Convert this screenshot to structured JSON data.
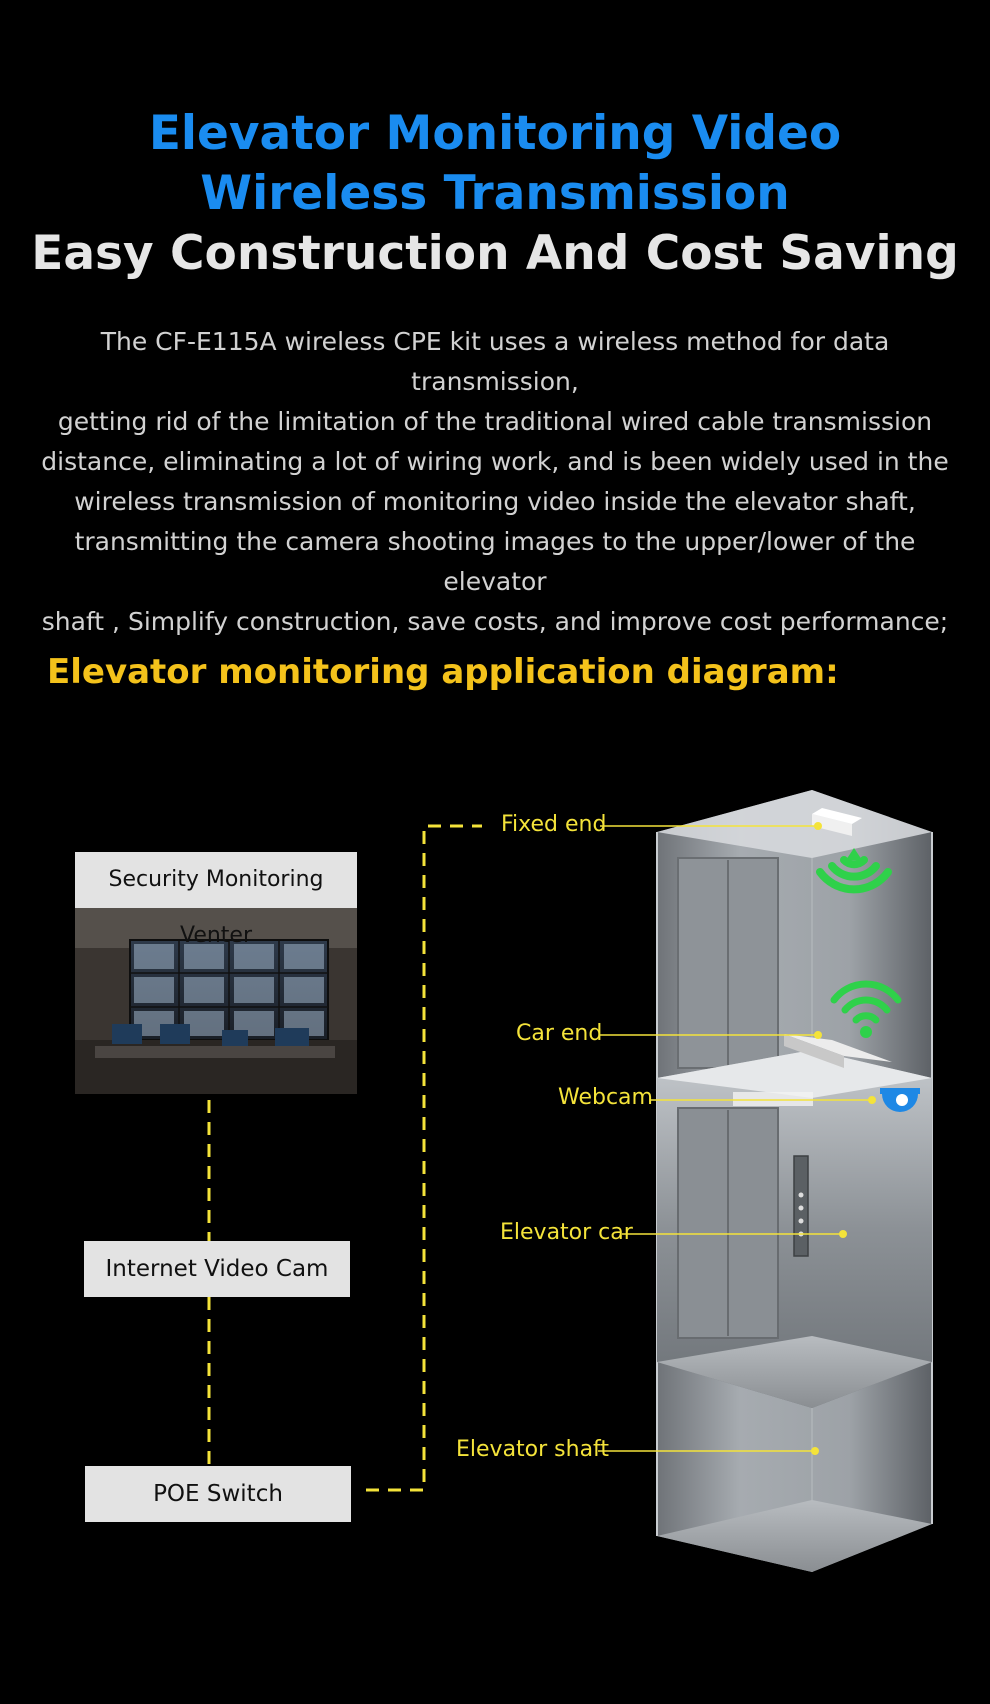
{
  "header": {
    "title_line1": "Elevator Monitoring Video",
    "title_line2": "Wireless Transmission",
    "subtitle": "Easy Construction And Cost Saving"
  },
  "description": {
    "lines": [
      "The CF-E115A wireless CPE kit uses a wireless method for data transmission,",
      "getting rid of the limitation of the traditional wired cable transmission",
      "distance, eliminating a lot of wiring work, and is been widely used in the",
      "wireless transmission of monitoring video inside the elevator shaft,",
      "transmitting the camera shooting images to the upper/lower of the elevator",
      "shaft , Simplify construction, save costs, and improve cost performance;"
    ]
  },
  "section": {
    "title": "Elevator monitoring application diagram:"
  },
  "diagram": {
    "security_center_label": "Security Monitoring Venter",
    "internet_video_cam_label": "Internet Video Cam",
    "poe_switch_label": "POE Switch",
    "callouts": {
      "fixed_end": "Fixed end",
      "car_end": "Car end",
      "webcam": "Webcam",
      "elevator_car": "Elevator car",
      "elevator_shaft": "Elevator shaft"
    },
    "colors": {
      "title_blue": "#1a8cf0",
      "heading_yellow": "#f4c21b",
      "callout_yellow": "#f4e33a",
      "wifi_green": "#2fd14a",
      "webcam_blue": "#1e88e5"
    },
    "icons": [
      "wifi-signal-icon",
      "wifi-signal-icon",
      "dome-camera-icon"
    ]
  }
}
